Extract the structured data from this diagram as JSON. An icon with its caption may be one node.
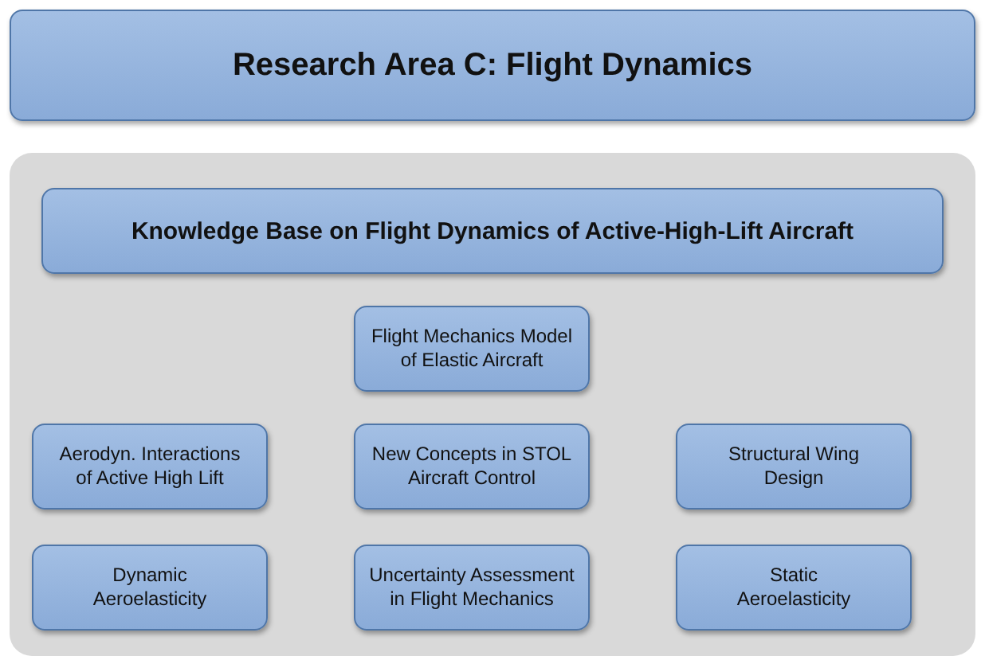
{
  "diagram": {
    "nodes": [
      {
        "text": [
          "Research Area C:  Flight Dynamics"
        ]
      },
      {
        "text": [],
        "shape": "box"
      },
      {
        "text": [
          "Knowledge Base on Flight Dynamics of Active-High-Lift Aircraft"
        ],
        "in": 1
      },
      {
        "text": [
          "Flight Mechanics Model of Elastic  Aircraft"
        ],
        "in": 1
      },
      {
        "text": [
          "Aerodyn. Interactions of Active High Lift"
        ],
        "in": 1
      },
      {
        "text": [
          "New Concepts in STOL Aircraft Control"
        ],
        "in": 1
      },
      {
        "text": [
          "Structural Wing Design"
        ],
        "in": 1
      },
      {
        "text": [
          "Dynamic Aeroelasticity"
        ],
        "in": 1
      },
      {
        "text": [
          "Uncertainty Assessment in Flight Mechanics"
        ],
        "in": 1
      },
      {
        "text": [
          "Static Aeroelasticity"
        ],
        "in": 1
      }
    ]
  }
}
